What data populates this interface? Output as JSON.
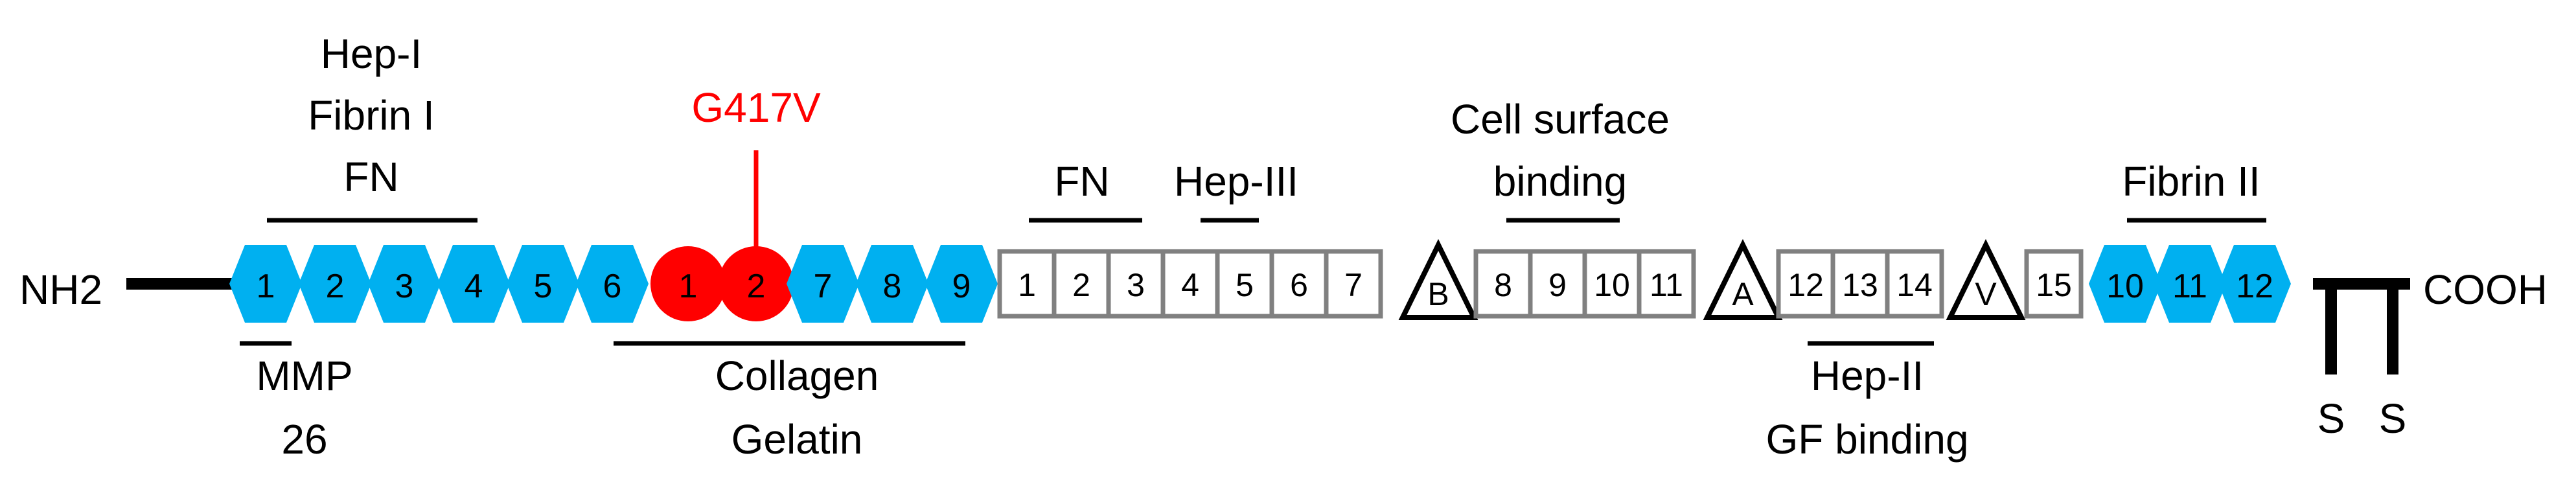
{
  "termini": {
    "n_term": "NH2",
    "c_term": "COOH"
  },
  "disulfide": {
    "left_s": "S",
    "right_s": "S"
  },
  "mutation": {
    "label": "G417V",
    "color": "#ff0000"
  },
  "colors": {
    "fibronectin_type_i": "#00b0f0",
    "fibronectin_type_ii": "#ff0000",
    "fibronectin_type_iii_border": "#808080",
    "line": "#000000"
  },
  "modules": {
    "type_i_a": [
      "1",
      "2",
      "3",
      "4",
      "5",
      "6"
    ],
    "type_ii": [
      "1",
      "2"
    ],
    "type_i_b": [
      "7",
      "8",
      "9"
    ],
    "type_iii_a": [
      "1",
      "2",
      "3",
      "4",
      "5",
      "6",
      "7"
    ],
    "variable_b": "B",
    "type_iii_b": [
      "8",
      "9",
      "10",
      "11"
    ],
    "variable_a": "A",
    "type_iii_c": [
      "12",
      "13",
      "14"
    ],
    "variable_v": "V",
    "type_iii_d": [
      "15"
    ],
    "type_i_c": [
      "10",
      "11",
      "12"
    ]
  },
  "domains_above": {
    "hep_i_stack": [
      "Hep-I",
      "Fibrin I",
      "FN"
    ],
    "fn_left": "FN",
    "hep_iii": "Hep-III",
    "cell_surface": [
      "Cell surface",
      "binding"
    ],
    "fibrin_ii": "Fibrin II"
  },
  "domains_below": {
    "mmp": [
      "MMP",
      "26"
    ],
    "collagen": [
      "Collagen",
      "Gelatin"
    ],
    "hep_ii": [
      "Hep-II",
      "GF binding"
    ]
  }
}
